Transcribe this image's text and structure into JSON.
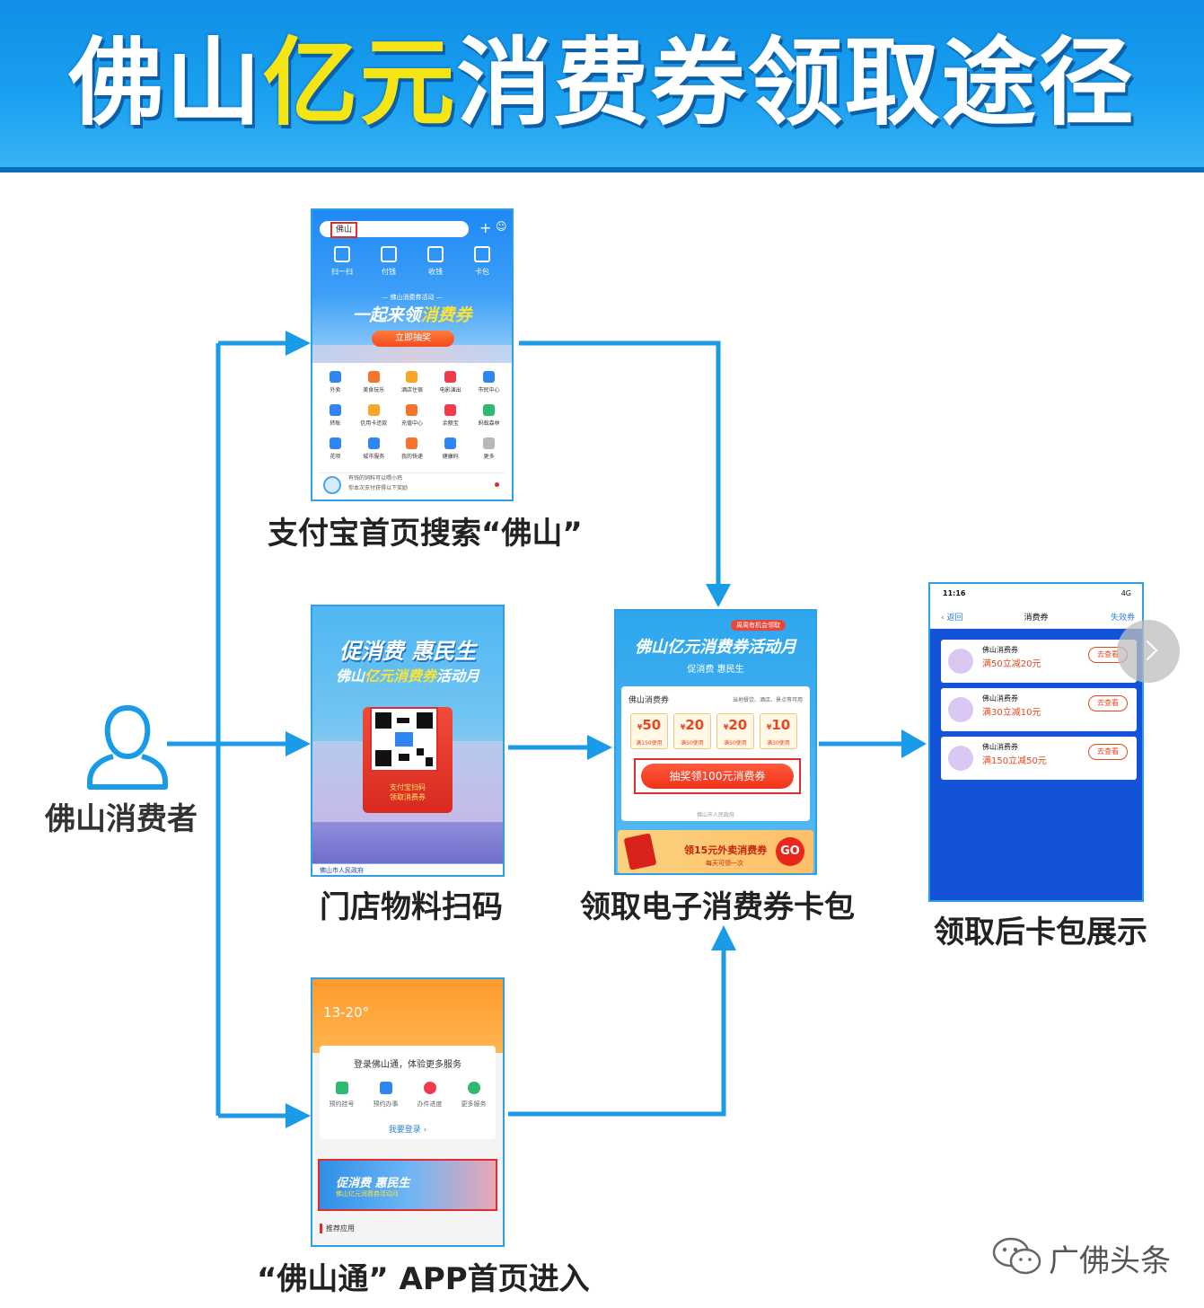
{
  "header": {
    "title_part1": "佛山",
    "title_highlight": "亿元",
    "title_part2": "消费券领取途径"
  },
  "consumer": {
    "label": "佛山消费者"
  },
  "alipay": {
    "caption": "支付宝首页搜索“佛山”",
    "search_text": "佛山",
    "quick_actions": [
      "扫一扫",
      "付钱",
      "收钱",
      "卡包"
    ],
    "banner_sub": "— 佛山消费券活动 —",
    "banner_slogan_a": "一起来领",
    "banner_slogan_b": "消费券",
    "banner_button": "立即抽奖",
    "grid": [
      "外卖",
      "美食玩乐",
      "酒店住宿",
      "电影演出",
      "市民中心",
      "转账",
      "信用卡还款",
      "充值中心",
      "余额宝",
      "蚂蚁森林",
      "花呗",
      "城市服务",
      "我的快递",
      "健康码",
      "更多"
    ],
    "notices": [
      "有钱的饲料可以喂小鸡",
      "你本次支付获得以下奖励"
    ]
  },
  "store": {
    "caption": "门店物料扫码",
    "line1": "促消费 惠民生",
    "line2_a": "佛山",
    "line2_b": "亿元消费券",
    "line2_c": "活动月",
    "red_text_1": "支付宝扫码",
    "red_text_2": "领取消费券",
    "footer_left": "佛山市人民政府"
  },
  "foshantong": {
    "caption": "“佛山通” APP首页进入",
    "temp": "13-20°",
    "box_title": "登录佛山通，体验更多服务",
    "icons": [
      "预约挂号",
      "预约办事",
      "办件进度",
      "更多服务"
    ],
    "login": "我要登录 ›",
    "banner_title": "促消费 惠民生",
    "banner_sub": "佛山亿元消费券活动月",
    "recommend": "推荐应用"
  },
  "activity": {
    "caption": "领取电子消费券卡包",
    "tag": "周周有机会领取",
    "title": "佛山亿元消费券活动月",
    "subtitle": "促消费 惠民生",
    "panel_title": "佛山消费券",
    "panel_right": "当地餐饮、酒店、景点等可用",
    "coupons": [
      {
        "value": "50",
        "cond": "满150使用"
      },
      {
        "value": "20",
        "cond": "满50使用"
      },
      {
        "value": "20",
        "cond": "满50使用"
      },
      {
        "value": "10",
        "cond": "满30使用"
      }
    ],
    "button": "抽奖领100元消费券",
    "org": "佛山市人民政府",
    "ad_main": "领15元外卖消费券",
    "ad_sub": "每天可领一次",
    "ad_go": "GO"
  },
  "wallet": {
    "caption": "领取后卡包展示",
    "time": "11:16",
    "signal": "4G",
    "back": "返回",
    "nav_title": "消费券",
    "nav_right": "失效券",
    "items": [
      {
        "name": "佛山消费券",
        "offer": "满50立减20元",
        "view": "去查看"
      },
      {
        "name": "佛山消费券",
        "offer": "满30立减10元",
        "view": "去查看"
      },
      {
        "name": "佛山消费券",
        "offer": "满150立减50元",
        "view": "去查看"
      }
    ]
  },
  "watermark": {
    "text": "广佛头条"
  },
  "colors": {
    "accent": "#1a9be8",
    "highlight": "#f6e514",
    "alert": "#e02c2c"
  }
}
